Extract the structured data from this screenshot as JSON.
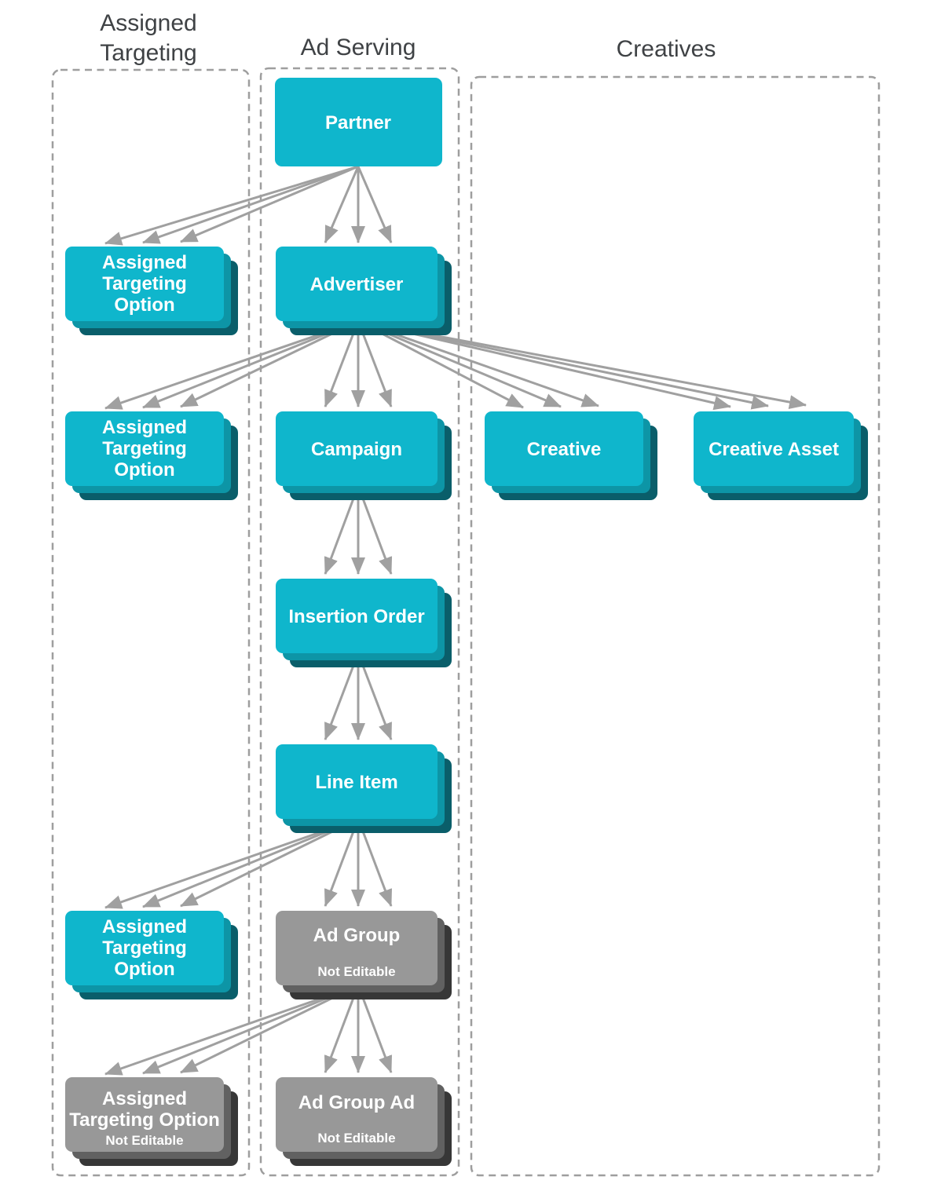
{
  "headers": {
    "left_lines": [
      "Assigned",
      "Targeting"
    ],
    "middle": "Ad Serving",
    "right": "Creatives"
  },
  "nodes": {
    "partner": {
      "label": "Partner"
    },
    "ato1": {
      "lines": [
        "Assigned",
        "Targeting",
        "Option"
      ]
    },
    "advertiser": {
      "label": "Advertiser"
    },
    "ato2": {
      "lines": [
        "Assigned",
        "Targeting",
        "Option"
      ]
    },
    "campaign": {
      "label": "Campaign"
    },
    "creative": {
      "label": "Creative"
    },
    "creative_asset": {
      "label": "Creative Asset"
    },
    "insertion_order": {
      "label": "Insertion Order"
    },
    "line_item": {
      "label": "Line Item"
    },
    "ato3": {
      "lines": [
        "Assigned",
        "Targeting",
        "Option"
      ]
    },
    "ad_group": {
      "label": "Ad Group",
      "sublabel": "Not Editable"
    },
    "ato_not_editable": {
      "lines": [
        "Assigned",
        "Targeting Option"
      ],
      "sublabel": "Not Editable"
    },
    "ad_group_ad": {
      "label": "Ad Group Ad",
      "sublabel": "Not Editable"
    }
  },
  "colors": {
    "cyan": "#0fb6cc",
    "cyanMid": "#0d95a6",
    "cyanDark": "#0a5e6a",
    "gray": "#989898",
    "grayMid": "#616161",
    "grayDark": "#373737",
    "arrow": "#a0a0a0",
    "dash": "#9e9e9e",
    "headerText": "#3f4245",
    "boxText": "#ffffff"
  }
}
